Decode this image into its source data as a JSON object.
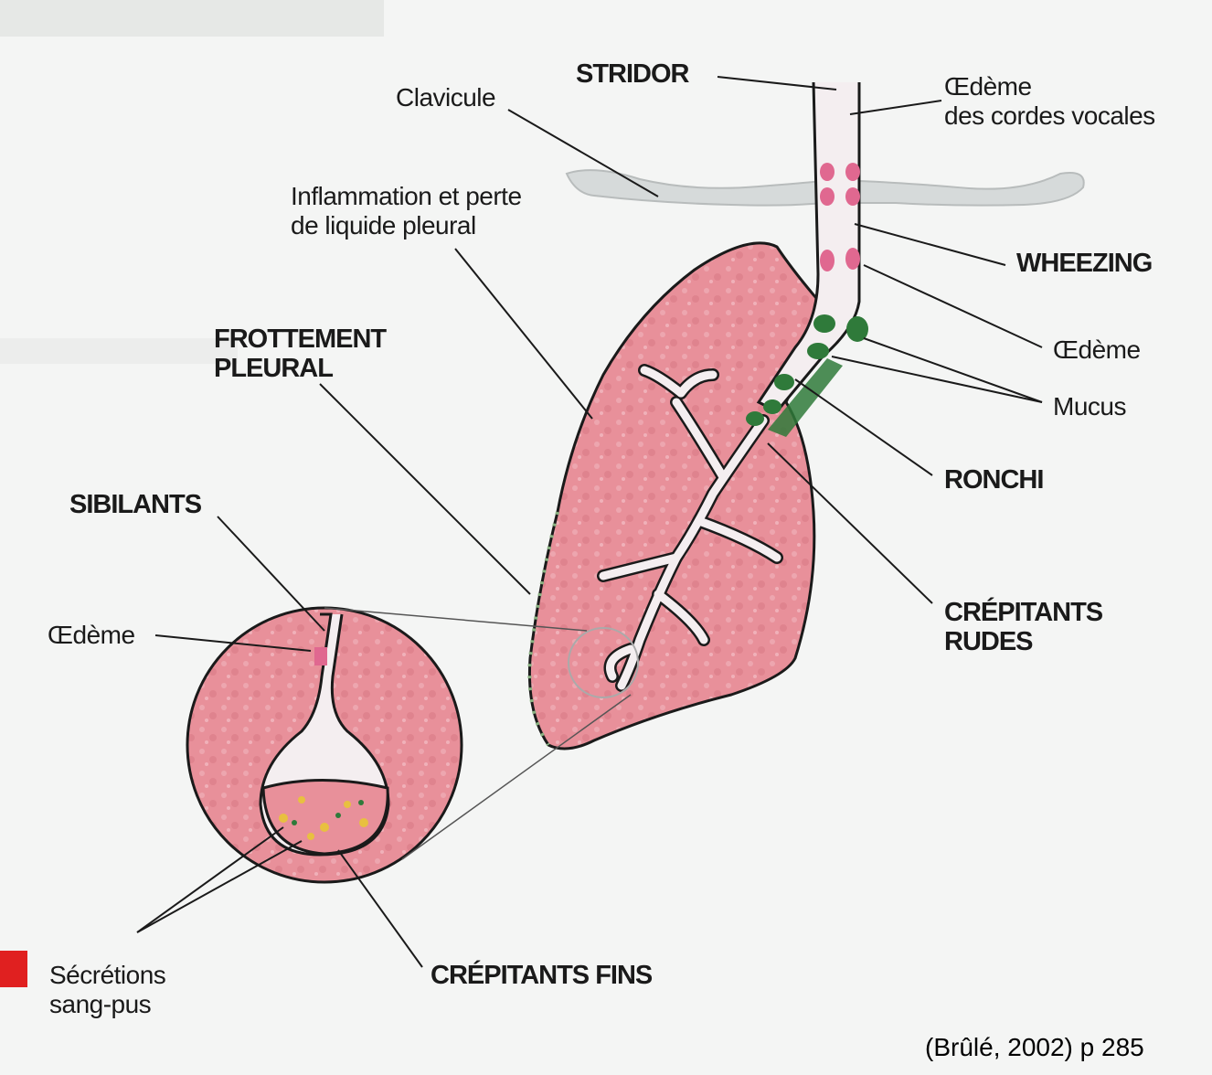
{
  "labels": {
    "stridor": "STRIDOR",
    "oedeme_cordes_1": "Œdème",
    "oedeme_cordes_2": "des cordes vocales",
    "clavicule": "Clavicule",
    "inflammation_1": "Inflammation et perte",
    "inflammation_2": "de liquide pleural",
    "wheezing": "WHEEZING",
    "oedeme": "Œdème",
    "mucus": "Mucus",
    "frottement_1": "FROTTEMENT",
    "frottement_2": "PLEURAL",
    "ronchi": "RONCHI",
    "sibilants": "SIBILANTS",
    "crepitants_rudes_1": "CRÉPITANTS",
    "crepitants_rudes_2": "RUDES",
    "oedeme_left": "Œdème",
    "secretions_1": "Sécrétions",
    "secretions_2": "sang-pus",
    "crepitants_fins": "CRÉPITANTS FINS"
  },
  "citation": "(Brûlé, 2002) p 285",
  "colors": {
    "lung": "#e8909a",
    "lung_border": "#1a1a1a",
    "bronchi": "#f4eef0",
    "mucus": "#2f7a3a",
    "oedema": "#e06890",
    "clavicle": "#d4d8d8",
    "background": "#f4f5f4"
  }
}
